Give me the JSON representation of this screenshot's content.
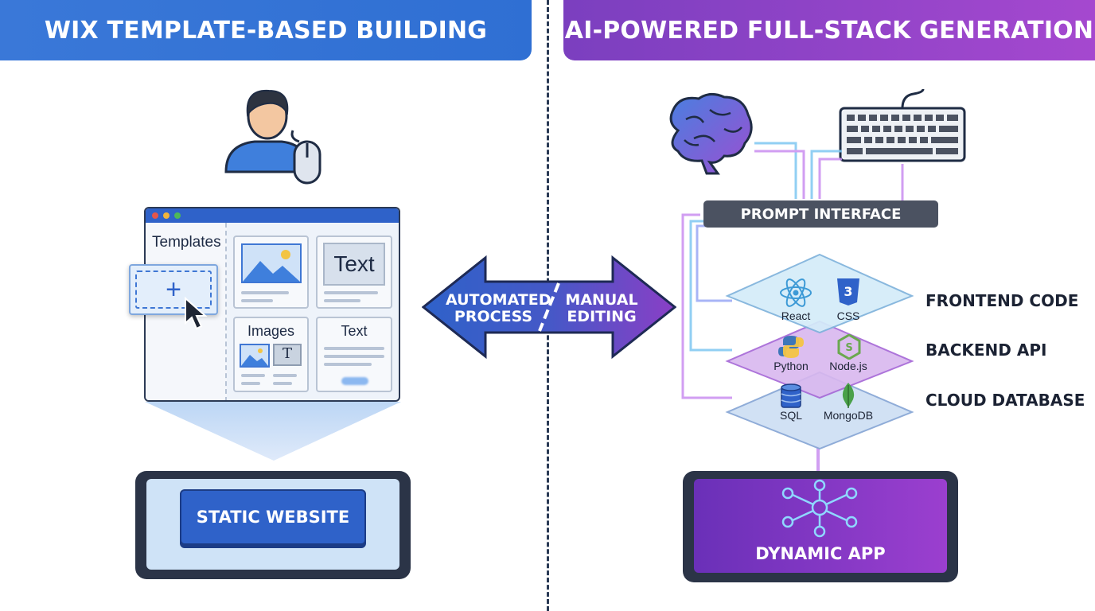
{
  "left_banner": {
    "title": "WIX TEMPLATE-BASED BUILDING",
    "color": "#2f6fd3"
  },
  "right_banner": {
    "title": "AI-POWERED FULL-STACK GENERATION",
    "color": "#9445c8"
  },
  "editor": {
    "sidebar_label": "Templates",
    "cards": [
      {
        "label": "Text"
      },
      {
        "label": "Images"
      },
      {
        "label": "Text"
      }
    ],
    "add_symbol": "+"
  },
  "static_site": {
    "label": "STATIC WEBSITE"
  },
  "arrows": {
    "left_label": "AUTOMATED\nPROCESS",
    "right_label": "MANUAL\nEDITING",
    "left_color": "#2f62c9",
    "right_color": "#7b3fbf"
  },
  "prompt": {
    "label": "PROMPT INTERFACE"
  },
  "layers": [
    {
      "label": "FRONTEND CODE",
      "techs": [
        "React",
        "CSS"
      ]
    },
    {
      "label": "BACKEND API",
      "techs": [
        "Python",
        "Node.js"
      ]
    },
    {
      "label": "CLOUD DATABASE",
      "techs": [
        "SQL",
        "MongoDB"
      ]
    }
  ],
  "dynamic_app": {
    "label": "DYNAMIC APP"
  },
  "icons": [
    "user-icon",
    "mouse-icon",
    "image-icon",
    "text-icon",
    "cursor-icon",
    "brain-icon",
    "keyboard-icon",
    "react-icon",
    "css3-icon",
    "python-icon",
    "nodejs-icon",
    "database-icon",
    "mongodb-icon",
    "network-hub-icon"
  ]
}
